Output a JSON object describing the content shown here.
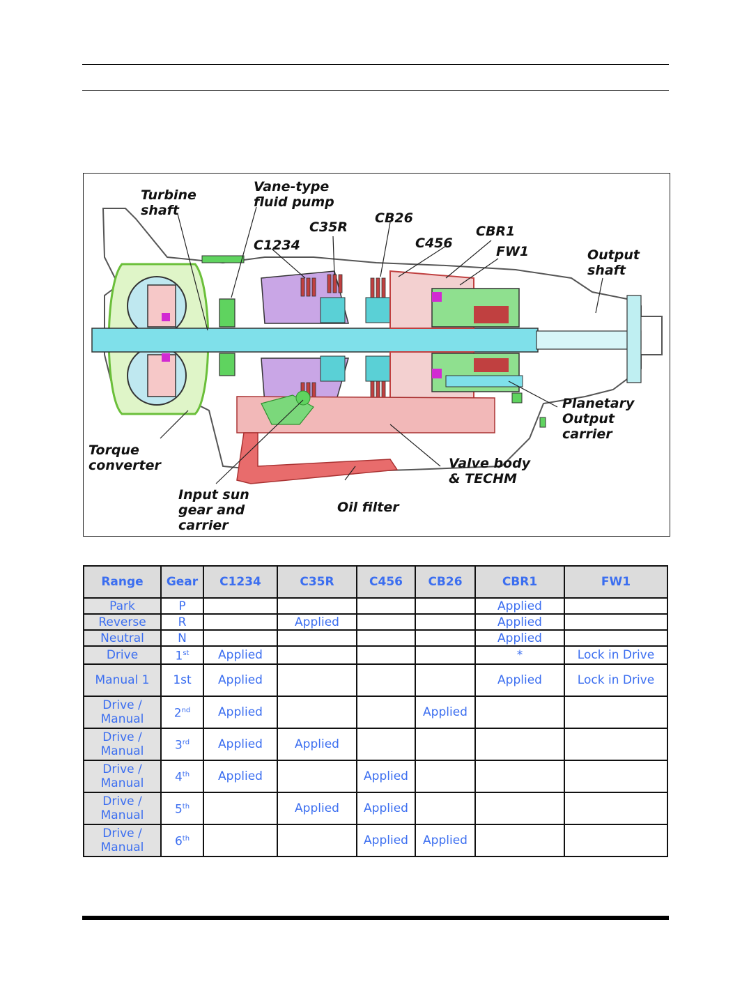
{
  "figure": {
    "labels": {
      "turbine_shaft": "Turbine\nshaft",
      "vane_pump": "Vane-type\nfluid pump",
      "c35r": "C35R",
      "cb26": "CB26",
      "c1234": "C1234",
      "c456": "C456",
      "cbr1": "CBR1",
      "fw1": "FW1",
      "output_shaft": "Output\nshaft",
      "planetary": "Planetary\nOutput\ncarrier",
      "torque_converter": "Torque\nconverter",
      "valve_body": "Valve body\n& TECHM",
      "input_sun": "Input sun\ngear and\ncarrier",
      "oil_filter": "Oil filter"
    }
  },
  "table": {
    "headers": [
      "Range",
      "Gear",
      "C1234",
      "C35R",
      "C456",
      "CB26",
      "CBR1",
      "FW1"
    ],
    "rows": [
      {
        "range": "Park",
        "gear": "P",
        "sup": "",
        "c1234": "",
        "c35r": "",
        "c456": "",
        "cb26": "",
        "cbr1": "Applied",
        "fw1": ""
      },
      {
        "range": "Reverse",
        "gear": "R",
        "sup": "",
        "c1234": "",
        "c35r": "Applied",
        "c456": "",
        "cb26": "",
        "cbr1": "Applied",
        "fw1": ""
      },
      {
        "range": "Neutral",
        "gear": "N",
        "sup": "",
        "c1234": "",
        "c35r": "",
        "c456": "",
        "cb26": "",
        "cbr1": "Applied",
        "fw1": ""
      },
      {
        "range": "Drive",
        "gear": "1",
        "sup": "st",
        "c1234": "Applied",
        "c35r": "",
        "c456": "",
        "cb26": "",
        "cbr1": "*",
        "fw1": "Lock in Drive"
      },
      {
        "range": "Manual 1",
        "gear": "1st",
        "sup": "",
        "c1234": "Applied",
        "c35r": "",
        "c456": "",
        "cb26": "",
        "cbr1": "Applied",
        "fw1": "Lock in Drive"
      },
      {
        "range": "Drive /\nManual",
        "gear": "2",
        "sup": "nd",
        "c1234": "Applied",
        "c35r": "",
        "c456": "",
        "cb26": "Applied",
        "cbr1": "",
        "fw1": ""
      },
      {
        "range": "Drive /\nManual",
        "gear": "3",
        "sup": "rd",
        "c1234": "Applied",
        "c35r": "Applied",
        "c456": "",
        "cb26": "",
        "cbr1": "",
        "fw1": ""
      },
      {
        "range": "Drive /\nManual",
        "gear": "4",
        "sup": "th",
        "c1234": "Applied",
        "c35r": "",
        "c456": "Applied",
        "cb26": "",
        "cbr1": "",
        "fw1": ""
      },
      {
        "range": "Drive /\nManual",
        "gear": "5",
        "sup": "th",
        "c1234": "",
        "c35r": "Applied",
        "c456": "Applied",
        "cb26": "",
        "cbr1": "",
        "fw1": ""
      },
      {
        "range": "Drive /\nManual",
        "gear": "6",
        "sup": "th",
        "c1234": "",
        "c35r": "",
        "c456": "Applied",
        "cb26": "Applied",
        "cbr1": "",
        "fw1": ""
      }
    ]
  }
}
